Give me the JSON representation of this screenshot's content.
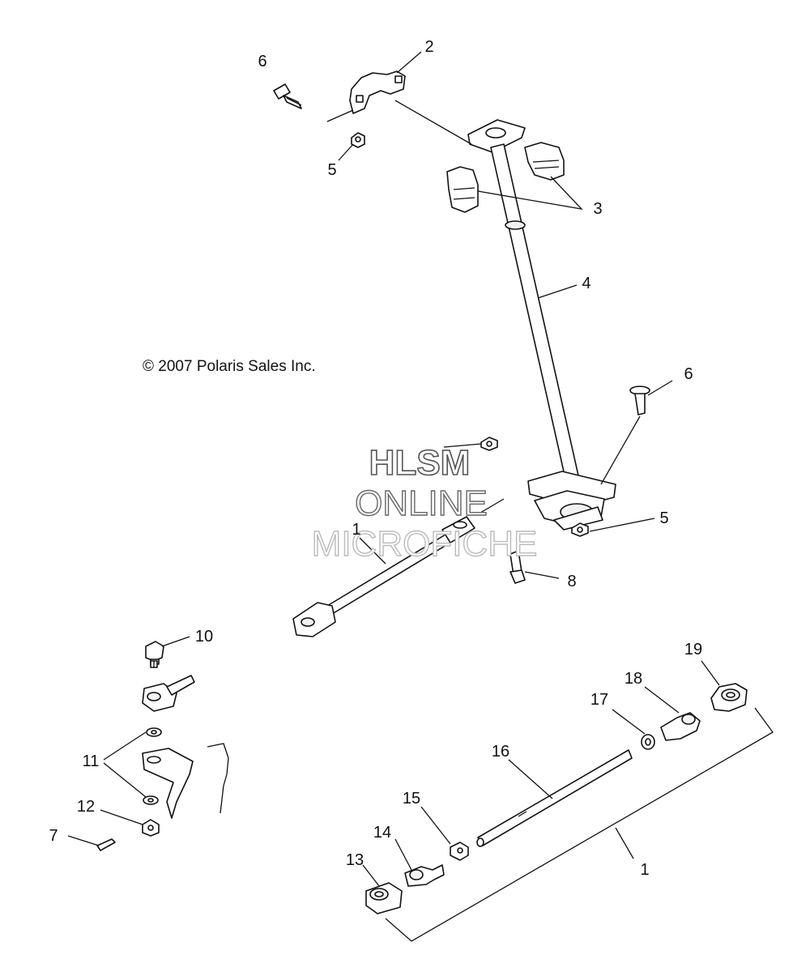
{
  "copyright": "© 2007 Polaris Sales Inc.",
  "watermark": {
    "line1": "HLSM",
    "line2": "ONLINE",
    "line3": "MICROFICHE"
  },
  "callouts": {
    "c2": "2",
    "c6a": "6",
    "c5a": "5",
    "c3": "3",
    "c4": "4",
    "c6b": "6",
    "c5b": "5",
    "c1a": "1",
    "c8": "8",
    "c10": "10",
    "c11": "11",
    "c12": "12",
    "c7": "7",
    "c13": "13",
    "c14": "14",
    "c15": "15",
    "c16": "16",
    "c17": "17",
    "c18": "18",
    "c19": "19",
    "c1b": "1"
  }
}
